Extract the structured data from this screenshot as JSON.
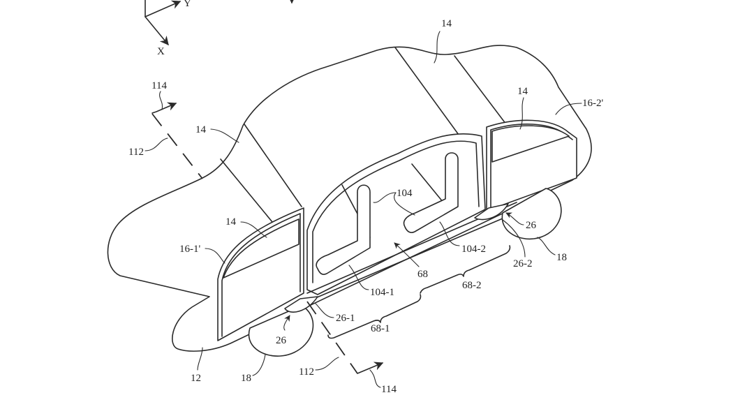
{
  "figure": {
    "axes": {
      "x_label": "X",
      "y_label": "Y"
    },
    "labels": {
      "roof_top": "14",
      "roof_front": "14",
      "window_front": "14",
      "window_rear": "14",
      "door_front": "16-1'",
      "door_rear": "16-2'",
      "body": "12",
      "wheel_front": "18",
      "wheel_rear": "18",
      "hinge_front": "26",
      "hinge_rear": "26",
      "hinge_front_part": "26-1",
      "hinge_rear_part": "26-2",
      "seats": "104",
      "seat_front": "104-1",
      "seat_rear": "104-2",
      "interior": "68",
      "interior_front": "68-1",
      "interior_rear": "68-2",
      "axis_line_top": "112",
      "axis_line_bottom": "112",
      "direction_top": "114",
      "direction_bottom": "114"
    }
  }
}
